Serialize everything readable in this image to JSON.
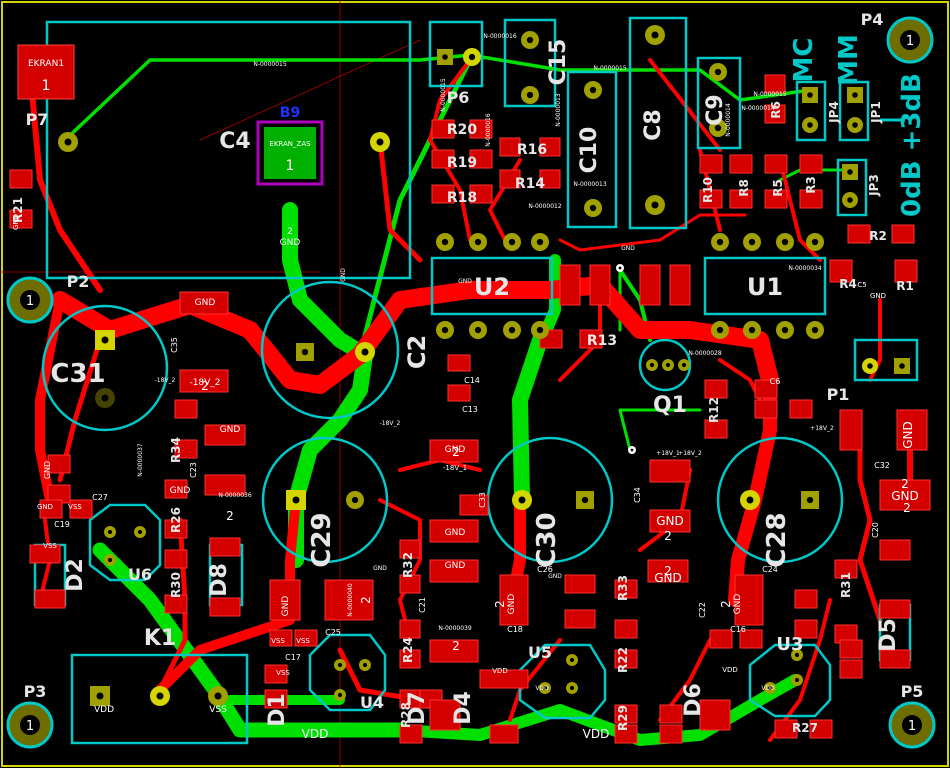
{
  "refs": {
    "C4": "C4",
    "C8": "C8",
    "C9": "C9",
    "C10": "C10",
    "C15": "C15",
    "C2": "C2",
    "C31": "C31",
    "C29": "C29",
    "C30": "C30",
    "C28": "C28",
    "U1": "U1",
    "U2": "U2",
    "U3": "U3",
    "U4": "U4",
    "U5": "U5",
    "U6": "U6",
    "Q1": "Q1",
    "K1": "K1",
    "P1": "P1",
    "P2": "P2",
    "P3": "P3",
    "P4": "P4",
    "P5": "P5",
    "P6": "P6",
    "P7": "P7",
    "D1": "D1",
    "D2": "D2",
    "D4": "D4",
    "D5": "D5",
    "D6": "D6",
    "D7": "D7",
    "D8": "D8",
    "JP1": "JP1",
    "JP3": "JP3",
    "JP4": "JP4",
    "R1": "R1",
    "R2": "R2",
    "R3": "R3",
    "R4": "R4",
    "R5": "R5",
    "R6": "R6",
    "R8": "R8",
    "R10": "R10",
    "R12": "R12",
    "R13": "R13",
    "R14": "R14",
    "R16": "R16",
    "R18": "R18",
    "R19": "R19",
    "R20": "R20",
    "R21": "R21",
    "R22": "R22",
    "R24": "R24",
    "R26": "R26",
    "R27": "R27",
    "R28": "R28",
    "R29": "R29",
    "R30": "R30",
    "R31": "R31",
    "R32": "R32",
    "R33": "R33",
    "R34": "R34",
    "C5": "C5",
    "C6": "C6",
    "C13": "C13",
    "C14": "C14",
    "C16": "C16",
    "C17": "C17",
    "C18": "C18",
    "C19": "C19",
    "C20": "C20",
    "C21": "C21",
    "C22": "C22",
    "C23": "C23",
    "C24": "C24",
    "C25": "C25",
    "C26": "C26",
    "C27": "C27",
    "C32": "C32",
    "C33": "C33",
    "C34": "C34",
    "C35": "C35"
  },
  "labels": {
    "mc": "MC",
    "mm": "MM",
    "gain": "0dB +3dB",
    "ekran1": "EKRAN1",
    "ekran_zas": "EKRAN_ZAS",
    "b9": "B9",
    "vdd": "VDD",
    "vss": "VSS",
    "gnd": "GND",
    "n18v2": "-18V_2",
    "n18v1": "-18V_1",
    "p18v2": "+18V_2",
    "p18v1": "+18V_1",
    "pad1": "1",
    "pad2": "2"
  },
  "nets": {
    "n15": "N-0000015",
    "n16": "N-0000016",
    "n14": "N-0000014",
    "n13": "N-0000013",
    "n12": "N-0000012",
    "n34": "N-0000034",
    "n28": "N-0000028",
    "n36": "N-0000036",
    "n37": "N-0000037",
    "n40": "N-0000040",
    "n39": "N-0000039"
  },
  "colors": {
    "background": "#000000",
    "front_copper": "#ff0000",
    "back_copper": "#00dd00",
    "silk": "#00c8c8",
    "pad": "#cc0000",
    "via": "#c8c800",
    "highlight": "#ffff00"
  }
}
